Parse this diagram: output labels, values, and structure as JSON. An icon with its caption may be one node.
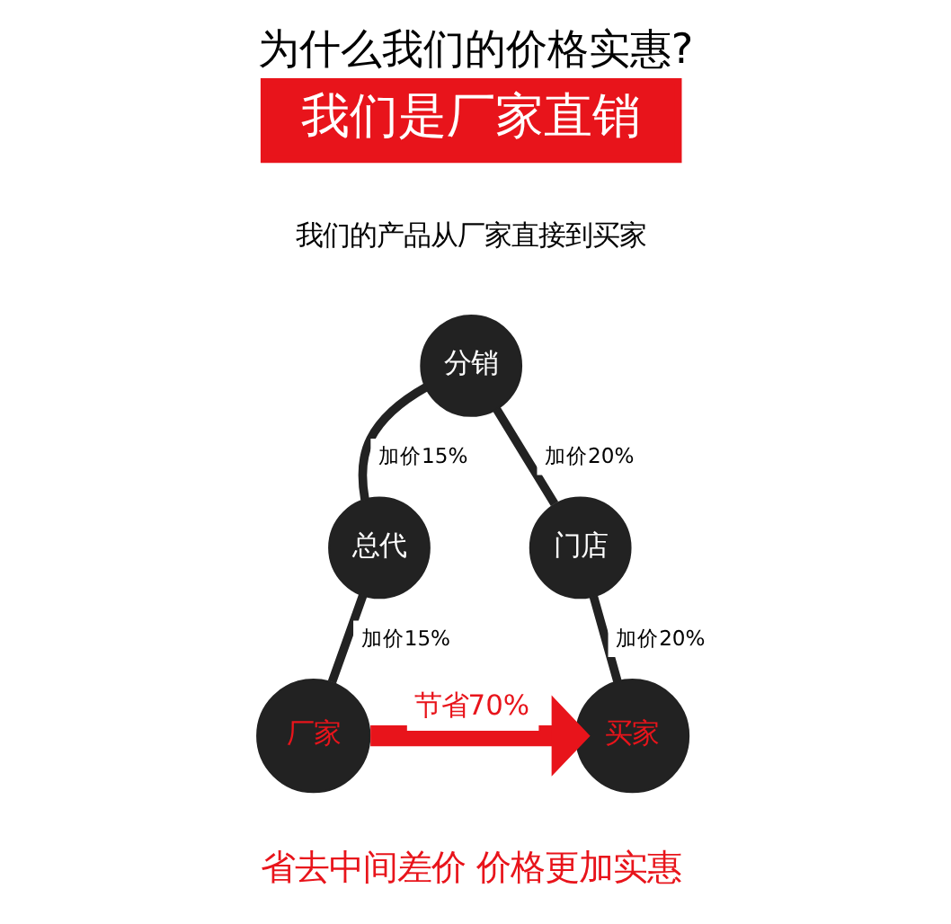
{
  "diagram": {
    "title": "为什么我们的价格实惠?",
    "nodes": [
      {
        "text": [
          "我们是厂家直销"
        ]
      },
      {
        "text": [
          "厂家"
        ]
      },
      {
        "text": [
          "总代"
        ]
      },
      {
        "text": [
          "分销"
        ]
      },
      {
        "text": [
          "门店"
        ]
      },
      {
        "text": [
          "买家"
        ]
      }
    ],
    "edges": [
      {
        "from": 3,
        "to": 2,
        "arrow": "none",
        "label": "加价15%"
      },
      {
        "from": 2,
        "to": 1,
        "arrow": "none",
        "label": "加价15%"
      },
      {
        "from": 3,
        "to": 4,
        "arrow": "none",
        "label": "加价20%"
      },
      {
        "from": 4,
        "to": 5,
        "arrow": "none",
        "label": "加价20%"
      },
      {
        "from": 1,
        "to": 5,
        "arrow": "to",
        "label": "节省70%",
        "style": "thick",
        "color": "#e8141b"
      }
    ],
    "labels": [
      "我们的产品从厂家直接到买家",
      "省去中间差价 价格更加实惠"
    ]
  }
}
